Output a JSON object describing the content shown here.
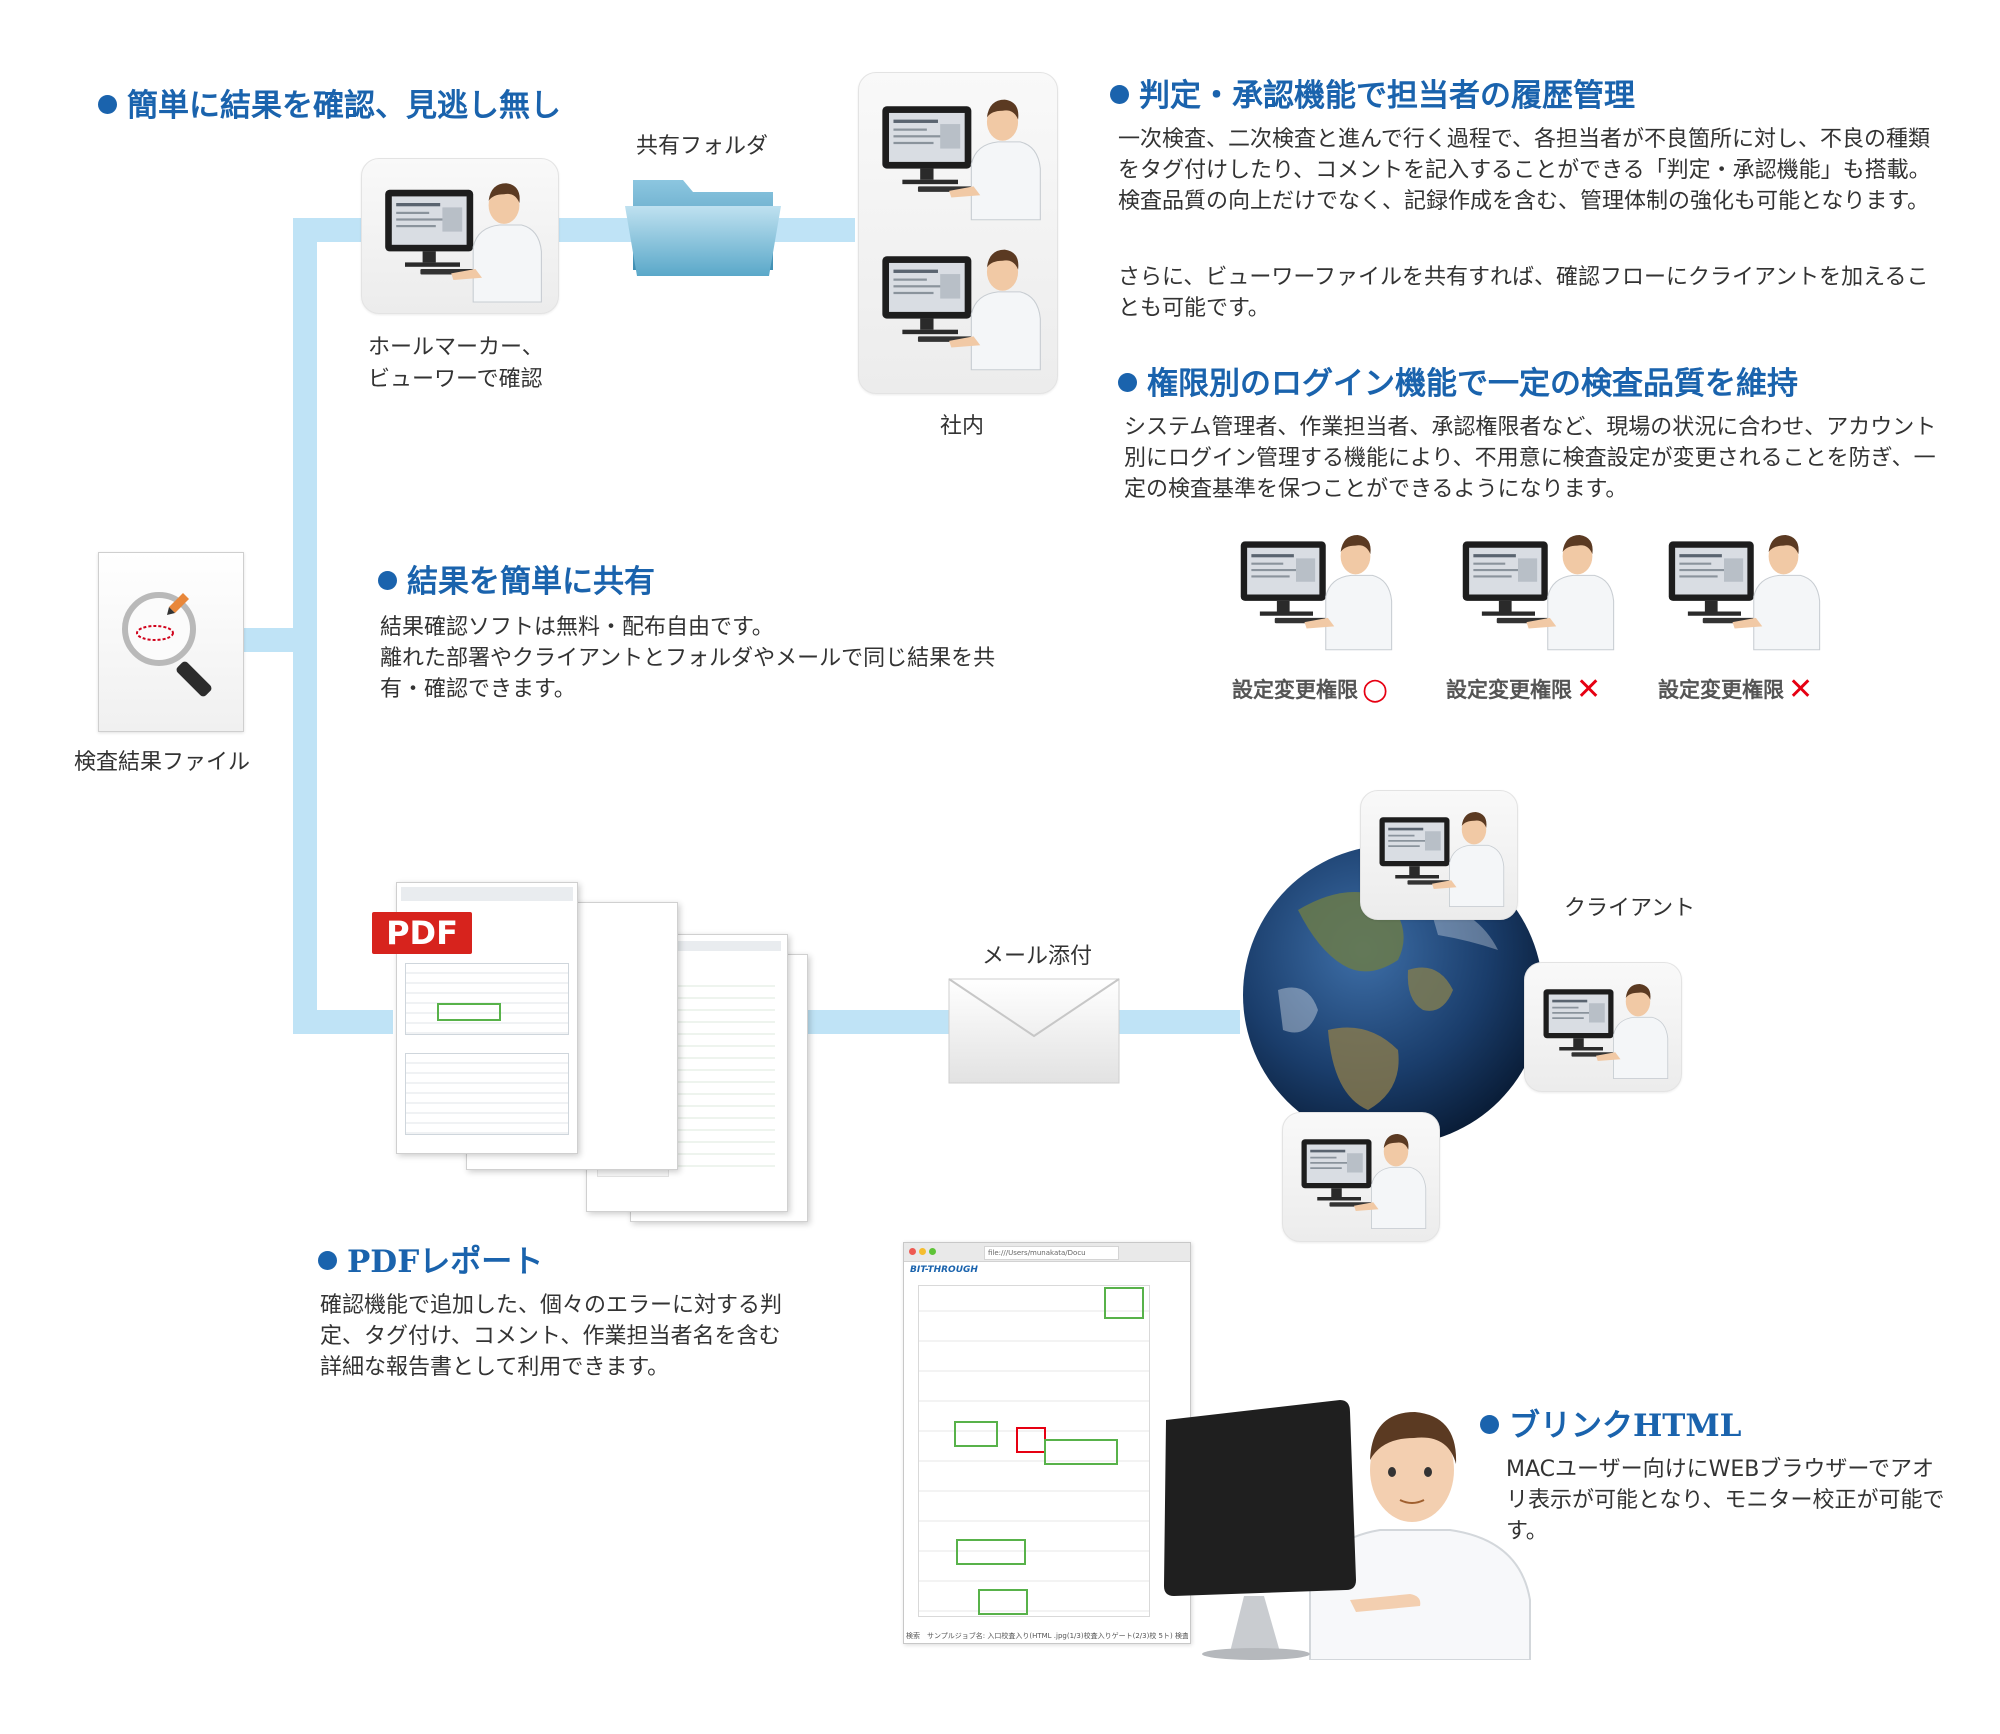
{
  "sections": {
    "check": {
      "title": "簡単に結果を確認、見逃し無し"
    },
    "approval": {
      "title": "判定・承認機能で担当者の履歴管理",
      "p1": "一次検査、二次検査と進んで行く過程で、各担当者が不良箇所に対し、不良の種類をタグ付けしたり、コメントを記入することができる「判定・承認機能」も搭載。検査品質の向上だけでなく、記録作成を含む、管理体制の強化も可能となります。",
      "p2": "さらに、ビューワーファイルを共有すれば、確認フローにクライアントを加えることも可能です。"
    },
    "login": {
      "title": "権限別のログイン機能で一定の検査品質を維持",
      "p": "システム管理者、作業担当者、承認権限者など、現場の状況に合わせ、アカウント別にログイン管理する機能により、不用意に検査設定が変更されることを防ぎ、一定の検査基準を保つことができるようになります。"
    },
    "share": {
      "title": "結果を簡単に共有",
      "p": "結果確認ソフトは無料・配布自由です。\n離れた部署やクライアントとフォルダやメールで同じ結果を共有・確認できます。"
    },
    "pdf": {
      "title": "PDFレポート",
      "p": "確認機能で追加した、個々のエラーに対する判定、タグ付け、コメント、作業担当者名を含む詳細な報告書として利用できます。"
    },
    "html": {
      "title": "ブリンクHTML",
      "p": "MACユーザー向けにWEBブラウザーでアオリ表示が可能となり、モニター校正が可能です。"
    }
  },
  "captions": {
    "result_file": "検査結果ファイル",
    "viewer": "ホールマーカー、\nビューワーで確認",
    "shared_folder": "共有フォルダ",
    "in_house": "社内",
    "mail": "メール添付",
    "client": "クライアント"
  },
  "permissions": [
    {
      "label": "設定変更権限",
      "mark": "○"
    },
    {
      "label": "設定変更権限",
      "mark": "✕"
    },
    {
      "label": "設定変更権限",
      "mark": "✕"
    }
  ],
  "pdf_badge": "PDF",
  "browser": {
    "url": "file:///Users/munakata/Docu",
    "brand": "BIT-THROUGH",
    "status": "検索　サンプルジョブ名: 入口校査入り(HTML .jpg(1/3)校査入りゲート(2/3)校 5ト) 検査時間 Saptie"
  },
  "colors": {
    "accent": "#1a63ad",
    "connector": "#bfe3f6",
    "ok": "#e60012",
    "ng": "#e60012",
    "pdf_red": "#d7231d"
  },
  "icons": {
    "result_file": "magnifier-icon",
    "viewer": "operator-at-monitor-icon",
    "folder": "folder-icon",
    "mail": "envelope-icon",
    "globe": "globe-icon"
  }
}
